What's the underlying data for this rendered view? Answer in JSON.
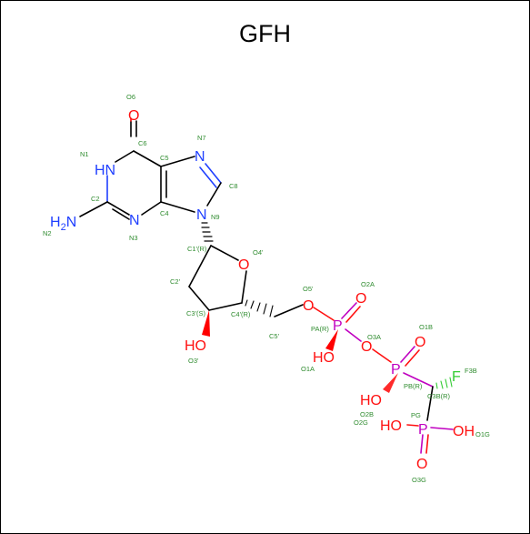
{
  "title": "GFH",
  "colors": {
    "carbon_bond": "#000000",
    "nitrogen": "#1f3fff",
    "oxygen": "#ff1010",
    "phosphorus": "#c000c0",
    "fluorine": "#33cc33",
    "annotation": "#2e8b2e"
  },
  "atoms": {
    "o6": "O",
    "n1h": "HN",
    "n7": "N",
    "h2n": "H2N",
    "n3": "N",
    "n9": "N",
    "o4p": "O",
    "o3h": "HO",
    "o5p": "O",
    "pa": "P",
    "o2a": "O",
    "o3a": "O",
    "o1a_h": "HO",
    "pb": "P",
    "o1b": "O",
    "f": "F",
    "o2b_h": "HO",
    "pg": "P",
    "o2g_h": "HO",
    "o1g_h": "OH",
    "o3g": "O"
  },
  "labels": {
    "O6": "O6",
    "N1": "N1",
    "C6": "C6",
    "C5": "C5",
    "N7": "N7",
    "C8": "C8",
    "C2": "C2",
    "N2": "N2",
    "N3": "N3",
    "C4": "C4",
    "N9": "N9",
    "C1": "C1'(R)",
    "O4": "O4'",
    "C2p": "C2'",
    "C3": "C3'(S)",
    "C4p": "C4'(R)",
    "O3": "O3'",
    "C5p": "C5'",
    "O5": "O5'",
    "PA": "PA(R)",
    "O2A": "O2A",
    "O3A": "O3A",
    "O1A": "O1A",
    "O1B": "O1B",
    "PB": "PB(R)",
    "F3B": "F3B",
    "C3B": "C3B(R)",
    "O2B": "O2B",
    "PG": "PG",
    "O2G": "O2G",
    "O1G": "O1G",
    "O3G": "O3G"
  }
}
